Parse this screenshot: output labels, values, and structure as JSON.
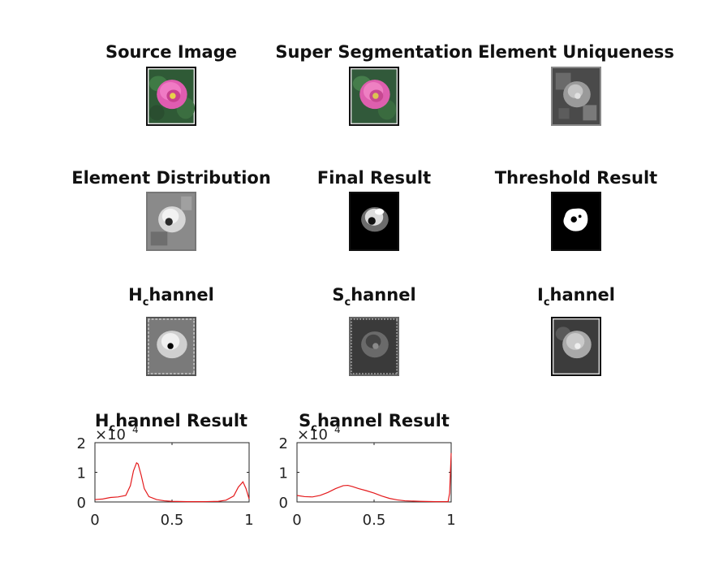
{
  "panels": [
    {
      "id": "source",
      "title": "Source Image"
    },
    {
      "id": "superseg",
      "title": "Super Segmentation"
    },
    {
      "id": "uniqueness",
      "title": "Element Uniqueness"
    },
    {
      "id": "distribution",
      "title": "Element Distribution"
    },
    {
      "id": "final",
      "title": "Final Result"
    },
    {
      "id": "threshold",
      "title": "Threshold Result"
    },
    {
      "id": "h",
      "title_main": "H",
      "title_sub": "c",
      "title_rest": "hannel"
    },
    {
      "id": "s",
      "title_main": "S",
      "title_sub": "c",
      "title_rest": "hannel"
    },
    {
      "id": "i",
      "title_main": "I",
      "title_sub": "c",
      "title_rest": "hannel"
    }
  ],
  "chart_data": [
    {
      "type": "line",
      "title_main": "H",
      "title_sub": "c",
      "title_rest": "hannel Result",
      "x": [
        0,
        0.05,
        0.1,
        0.15,
        0.2,
        0.23,
        0.25,
        0.27,
        0.28,
        0.3,
        0.32,
        0.35,
        0.4,
        0.45,
        0.5,
        0.6,
        0.7,
        0.8,
        0.85,
        0.9,
        0.93,
        0.96,
        0.98,
        1.0
      ],
      "series": [
        {
          "color": "#e41a1c",
          "values": [
            0.08,
            0.1,
            0.15,
            0.17,
            0.22,
            0.55,
            1.05,
            1.32,
            1.28,
            0.9,
            0.45,
            0.18,
            0.08,
            0.04,
            0.02,
            0.01,
            0.01,
            0.02,
            0.06,
            0.2,
            0.5,
            0.68,
            0.45,
            0.1
          ]
        }
      ],
      "xlim": [
        0,
        1
      ],
      "ylim": [
        0,
        2
      ],
      "xticks": [
        "0",
        "0.5",
        "1"
      ],
      "yticks": [
        "0",
        "1",
        "2"
      ],
      "exponent": "×10",
      "exponent_power": "4"
    },
    {
      "type": "line",
      "title_main": "S",
      "title_sub": "c",
      "title_rest": "hannel Result",
      "x": [
        0,
        0.05,
        0.1,
        0.15,
        0.2,
        0.25,
        0.3,
        0.33,
        0.36,
        0.4,
        0.45,
        0.5,
        0.55,
        0.6,
        0.65,
        0.7,
        0.8,
        0.9,
        0.98,
        0.99,
        1.0
      ],
      "series": [
        {
          "color": "#e41a1c",
          "values": [
            0.22,
            0.18,
            0.17,
            0.22,
            0.32,
            0.45,
            0.55,
            0.56,
            0.52,
            0.45,
            0.38,
            0.3,
            0.2,
            0.12,
            0.07,
            0.04,
            0.02,
            0.01,
            0.01,
            0.3,
            1.65
          ]
        }
      ],
      "xlim": [
        0,
        1
      ],
      "ylim": [
        0,
        2
      ],
      "xticks": [
        "0",
        "0.5",
        "1"
      ],
      "yticks": [
        "0",
        "1",
        "2"
      ],
      "exponent": "×10",
      "exponent_power": "4"
    }
  ]
}
